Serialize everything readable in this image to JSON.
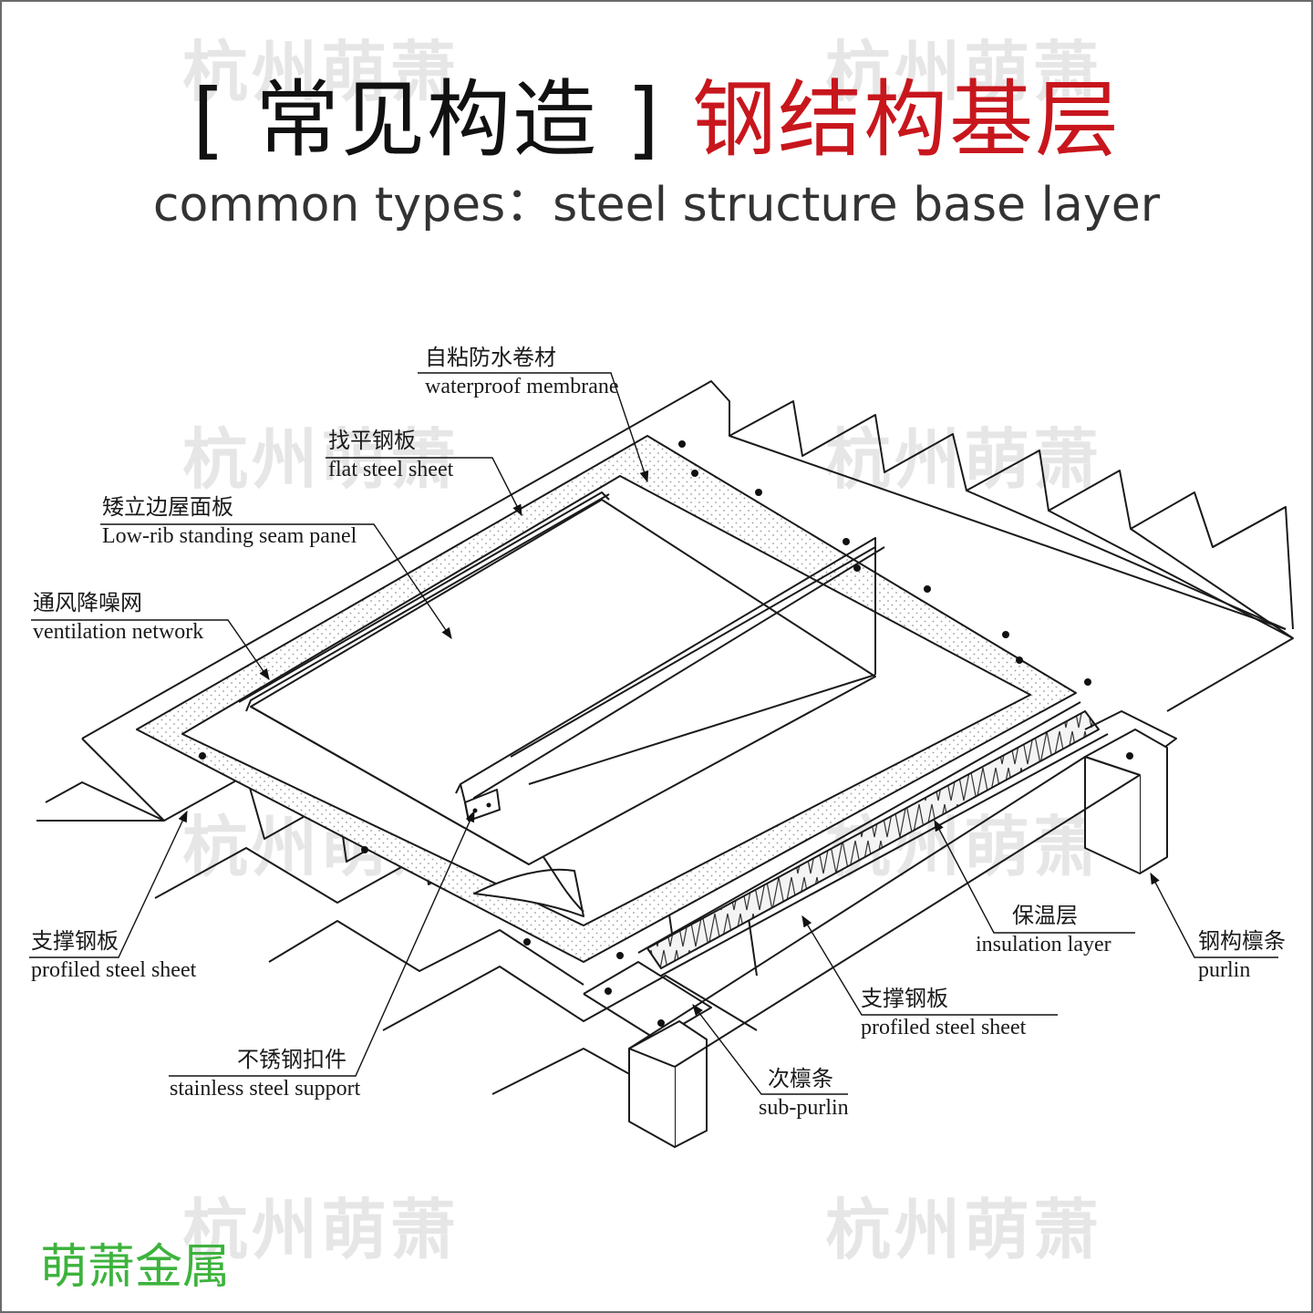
{
  "header": {
    "title_cn_bracketed": "[ 常见构造 ]",
    "title_cn_red": "钢结构基层",
    "title_en": "common types：steel structure base layer"
  },
  "watermark": {
    "text": "杭州萌萧"
  },
  "brand": {
    "text": "萌萧金属"
  },
  "labels": {
    "waterproof_membrane": {
      "cn": "自粘防水卷材",
      "en": "waterproof membrane"
    },
    "flat_steel_sheet": {
      "cn": "找平钢板",
      "en": "flat steel sheet"
    },
    "standing_seam_panel": {
      "cn": "矮立边屋面板",
      "en": "Low-rib standing seam panel"
    },
    "ventilation_network": {
      "cn": "通风降噪网",
      "en": "ventilation network"
    },
    "profiled_steel_sheet_left": {
      "cn": "支撑钢板",
      "en": "profiled steel sheet"
    },
    "stainless_steel_support": {
      "cn": "不锈钢扣件",
      "en": "stainless steel support"
    },
    "insulation_layer": {
      "cn": "保温层",
      "en": "insulation layer"
    },
    "purlin": {
      "cn": "钢构檩条",
      "en": "purlin"
    },
    "profiled_steel_sheet_right": {
      "cn": "支撑钢板",
      "en": "profiled steel sheet"
    },
    "sub_purlin": {
      "cn": "次檩条",
      "en": "sub-purlin"
    }
  },
  "colors": {
    "title_red": "#c8161d",
    "brand_green": "#3db33d",
    "watermark": "#e6e6e6",
    "line": "#1a1a1a"
  }
}
